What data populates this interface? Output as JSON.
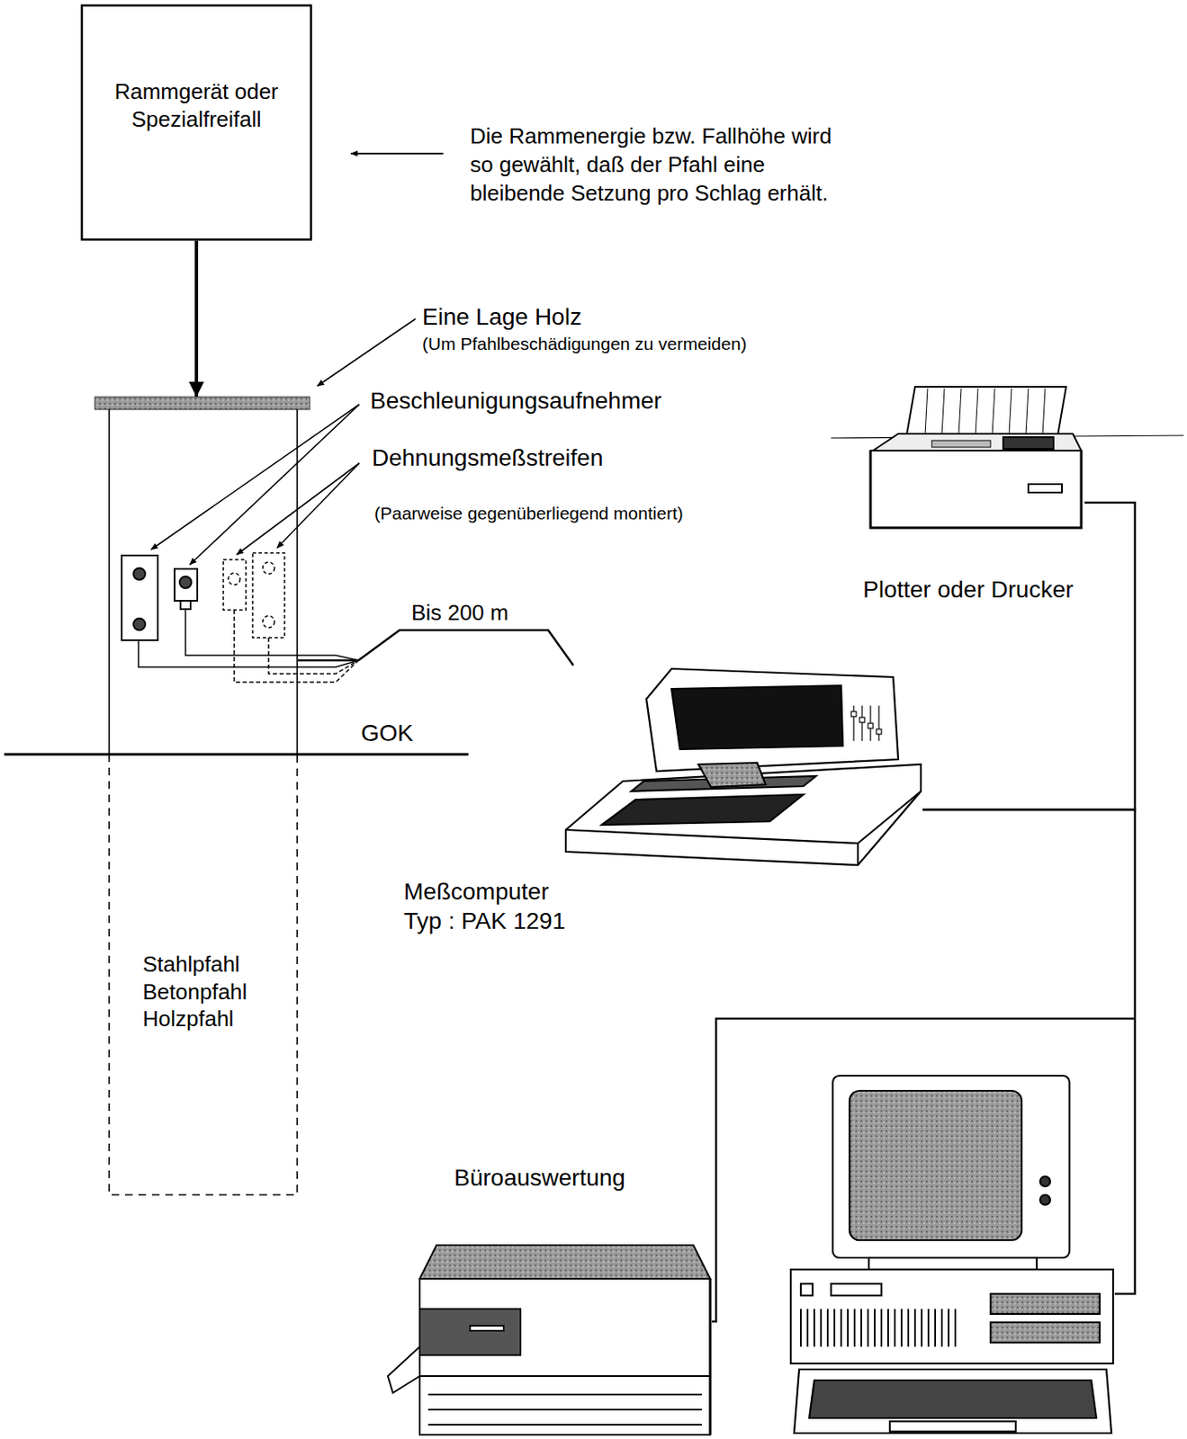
{
  "diagram": {
    "nodes": [
      {
        "text": [
          "Rammgerät oder Spezialfreifall"
        ]
      },
      {
        "text": [
          "Stahlpfahl Betonpfahl Holzpfahl"
        ]
      },
      {
        "text": [
          "Meßcomputer Typ : PAK 1291"
        ]
      },
      {
        "text": [
          "Plotter oder Drucker"
        ]
      },
      {
        "text": [
          "Büroauswertung"
        ]
      }
    ],
    "edges": [
      {
        "from": 0,
        "to": 1,
        "arrow": "to"
      },
      {
        "from": 1,
        "to": 2,
        "label": "Bis 200 m",
        "arrow": "none"
      },
      {
        "from": 2,
        "to": 3,
        "arrow": "none"
      },
      {
        "from": 2,
        "to": 4,
        "arrow": "none"
      }
    ],
    "labels": [
      "Die Rammenergie bzw. Fallhöhe wird so gewählt, daß der Pfahl eine bleibende Setzung pro Schlag erhält.",
      "Eine Lage Holz",
      "(Um Pfahlbeschädigungen zu vermeiden)",
      "Beschleunigungsaufnehmer",
      "Dehnungsmeßstreifen",
      "(Paarweise gegenüberliegend montiert)",
      "GOK"
    ]
  }
}
